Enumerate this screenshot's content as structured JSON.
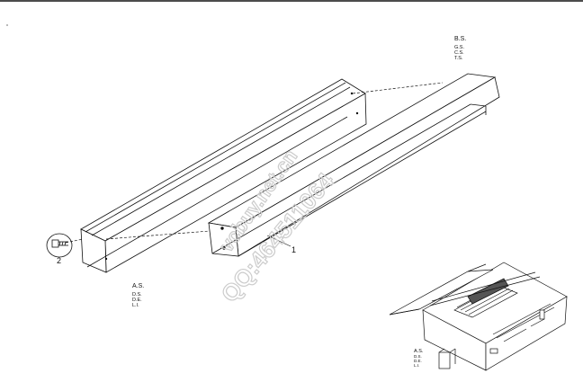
{
  "callouts": {
    "part_1": "1",
    "part_2": "2"
  },
  "side_labels_top": [
    "B.S.",
    "G.S.",
    "C.S.",
    "T.S."
  ],
  "side_labels_bottom": [
    "A.S.",
    "D.S.",
    "D.E.",
    "L.I."
  ],
  "side_labels_inset": [
    "A.S.",
    "D.S.",
    "D.E.",
    "L.I."
  ],
  "watermarks": [
    "vcbuy.net.cn",
    "QQ:464511064"
  ],
  "colors": {
    "line": "#111111",
    "watermark": "#cccccc",
    "background": "#ffffff"
  }
}
